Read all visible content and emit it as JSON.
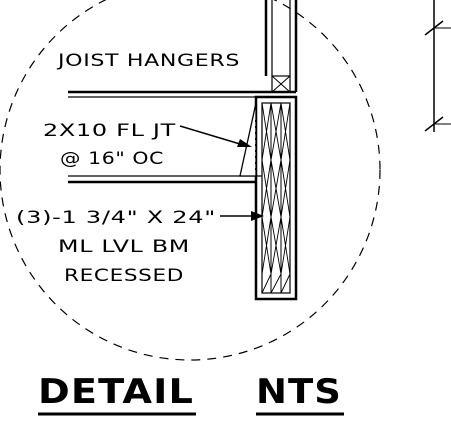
{
  "notes": {
    "joist_hangers": "JOIST HANGERS",
    "floor_joist_line1": "2X10 FL JT",
    "floor_joist_line2": "@ 16\" OC",
    "beam_line1": "(3)-1 3/4\" X 24\"",
    "beam_line2": "ML LVL BM",
    "beam_line3": "RECESSED"
  },
  "title": {
    "label": "DETAIL",
    "scale": "NTS"
  }
}
